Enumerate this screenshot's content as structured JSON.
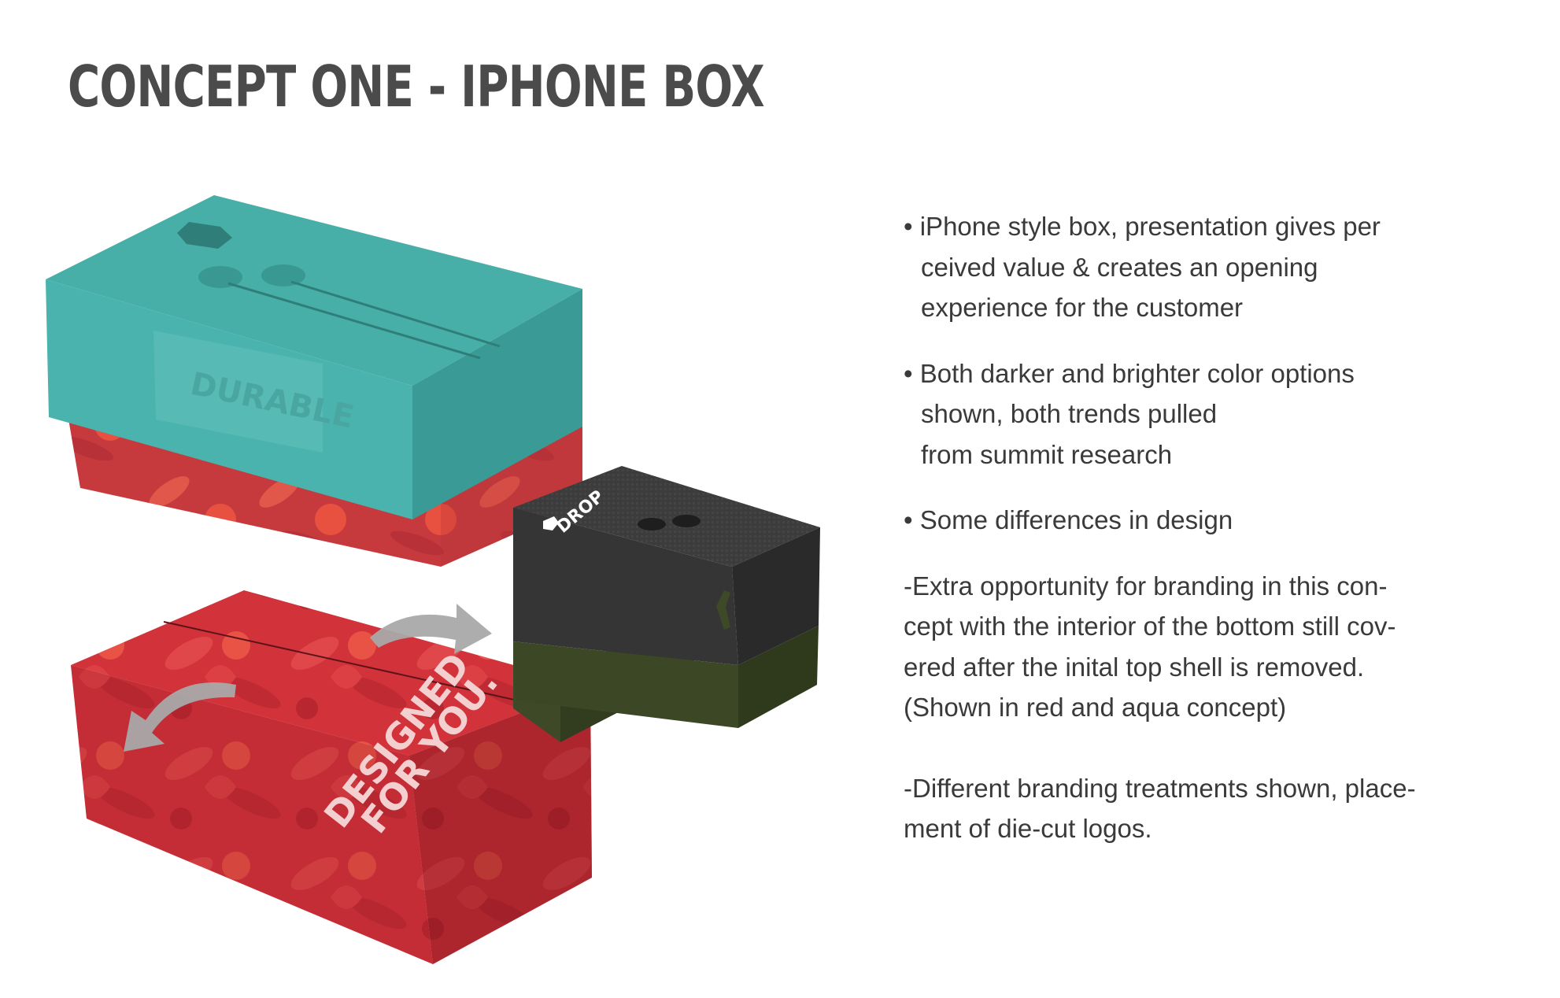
{
  "title": "CONCEPT ONE - IPHONE BOX",
  "box_labels": {
    "teal_panel": "DURABLE",
    "red_box": [
      "DESIGNED",
      "FOR YOU."
    ],
    "black_box": "DROP"
  },
  "colors": {
    "title": "#4b4b4b",
    "text": "#3a3a3a",
    "teal": "#4ab3ad",
    "red": "#d2323a",
    "dark": "#3c3c3c",
    "olive": "#3e4a27",
    "arrow": "#a9a9a9"
  },
  "notes": [
    {
      "lines": [
        "• iPhone style box, presentation gives per",
        "ceived value & creates an opening",
        "experience for the customer"
      ]
    },
    {
      "lines": [
        "• Both darker and brighter color options",
        "shown, both trends pulled",
        "from summit research"
      ]
    },
    {
      "lines": [
        "• Some differences in design"
      ]
    },
    {
      "lines": [
        "-Extra opportunity for branding in this con-",
        "cept with the interior of the bottom still cov-",
        "ered after the inital  top shell is removed.",
        "(Shown in red and aqua concept)"
      ]
    },
    {
      "lines": [
        "-Different branding treatments shown, place-",
        "ment of die-cut logos."
      ]
    }
  ]
}
